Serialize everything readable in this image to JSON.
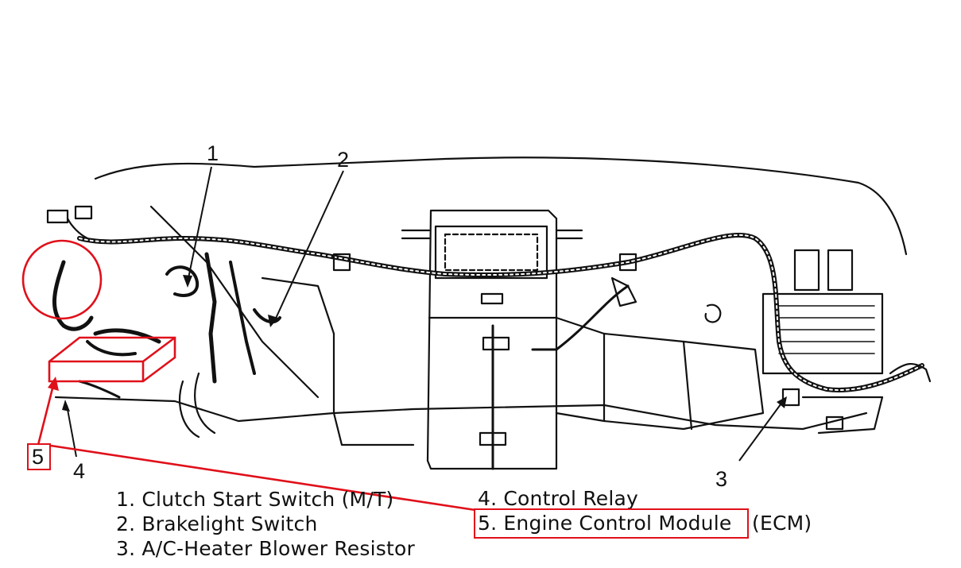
{
  "callouts": {
    "c1": "1",
    "c2": "2",
    "c3": "3",
    "c4": "4",
    "c5": "5"
  },
  "legend": {
    "item1": "1. Clutch Start Switch (M/T)",
    "item2": "2. Brakelight Switch",
    "item3": "3. A/C-Heater Blower Resistor",
    "item4": "4. Control Relay",
    "item5_part": "5. Engine Control Module",
    "item5_suffix": "(ECM)"
  },
  "colors": {
    "annotation_red": "#e0101a",
    "line_art": "#111111",
    "background": "#ffffff"
  }
}
